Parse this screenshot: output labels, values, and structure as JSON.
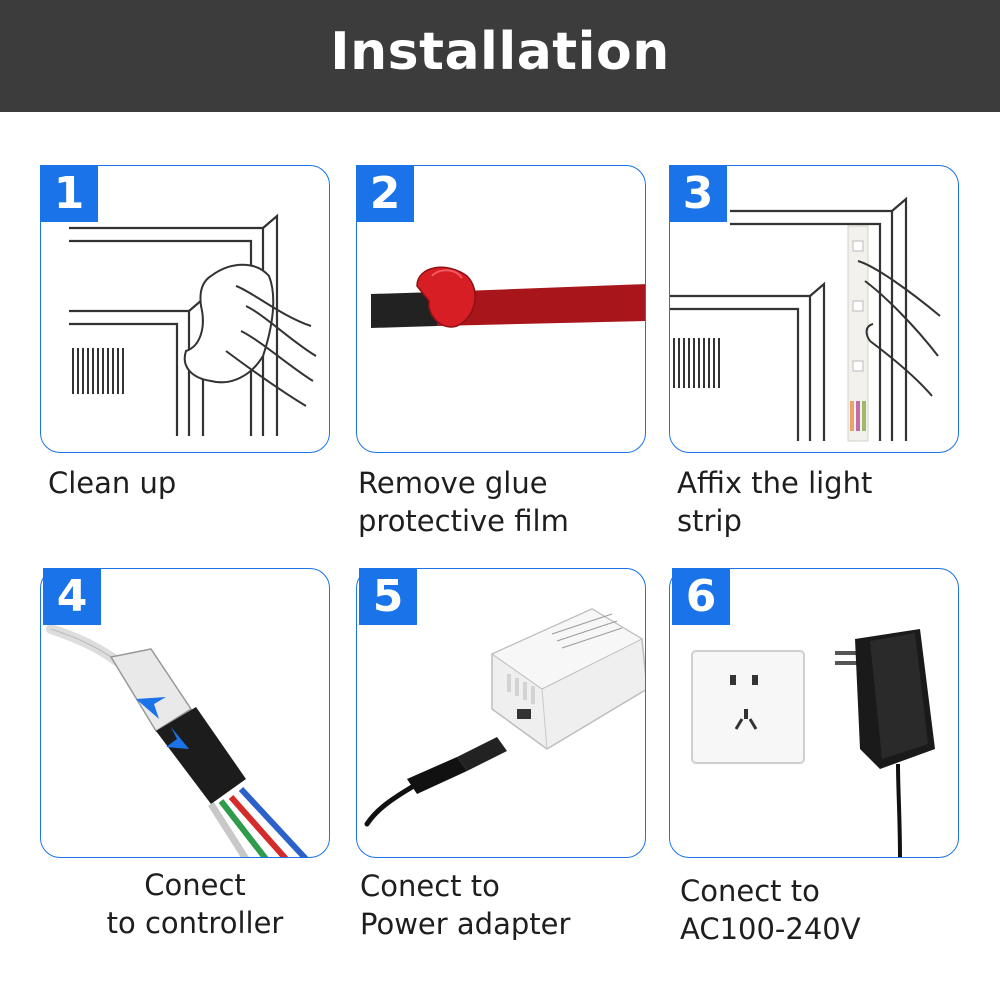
{
  "header": {
    "title": "Installation"
  },
  "accent_color": "#1a73e8",
  "header_color": "#3c3c3c",
  "steps": [
    {
      "number": "1",
      "caption": "Clean up",
      "icon": "hand-wiping-frame-icon"
    },
    {
      "number": "2",
      "caption": "Remove glue\nprotective film",
      "icon": "peeling-tape-icon"
    },
    {
      "number": "3",
      "caption": "Affix the light\nstrip",
      "icon": "affix-strip-icon"
    },
    {
      "number": "4",
      "caption": "Conect\nto controller",
      "icon": "connector-plug-icon"
    },
    {
      "number": "5",
      "caption": "Conect to\nPower adapter",
      "icon": "controller-box-icon"
    },
    {
      "number": "6",
      "caption": "Conect to\nAC100-240V",
      "icon": "wall-socket-adapter-icon"
    }
  ]
}
